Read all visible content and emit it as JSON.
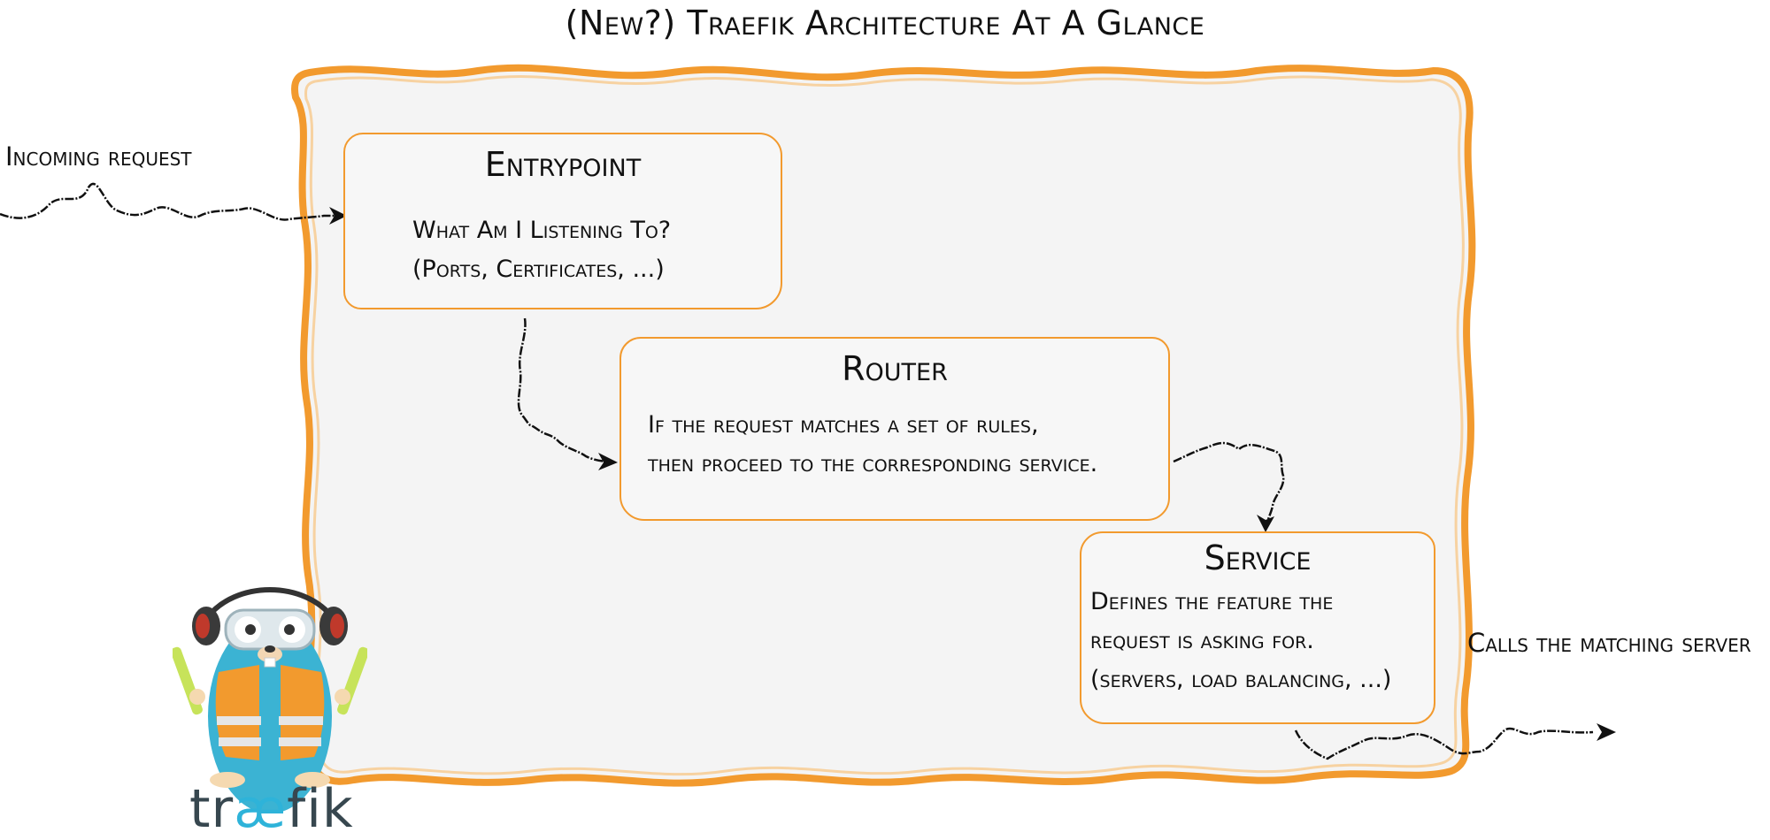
{
  "title": "(New?) Traefik Architecture At A Glance",
  "incoming_label": "Incoming request",
  "outgoing_label": "Calls the matching server",
  "boxes": {
    "entrypoint": {
      "title": "Entrypoint",
      "lines": [
        "What Am I Listening To?",
        "(Ports, Certificates, ...)"
      ]
    },
    "router": {
      "title": "Router",
      "lines": [
        "If the request matches a set of rules,",
        "then proceed to the corresponding service."
      ]
    },
    "service": {
      "title": "Service",
      "lines": [
        "Defines the feature the",
        "request is asking for.",
        "(servers, load balancing, ...)"
      ]
    }
  },
  "brand": {
    "prefix": "tr",
    "ligature": "æ",
    "suffix": "fik"
  },
  "colors": {
    "frame_border": "#f29a2e",
    "panel_fill": "#f4f4f4",
    "arrow": "#111111",
    "brand_text": "#37474f",
    "brand_accent": "#2eb3d9"
  },
  "icons": {
    "mascot": "traefik-gopher-icon"
  }
}
